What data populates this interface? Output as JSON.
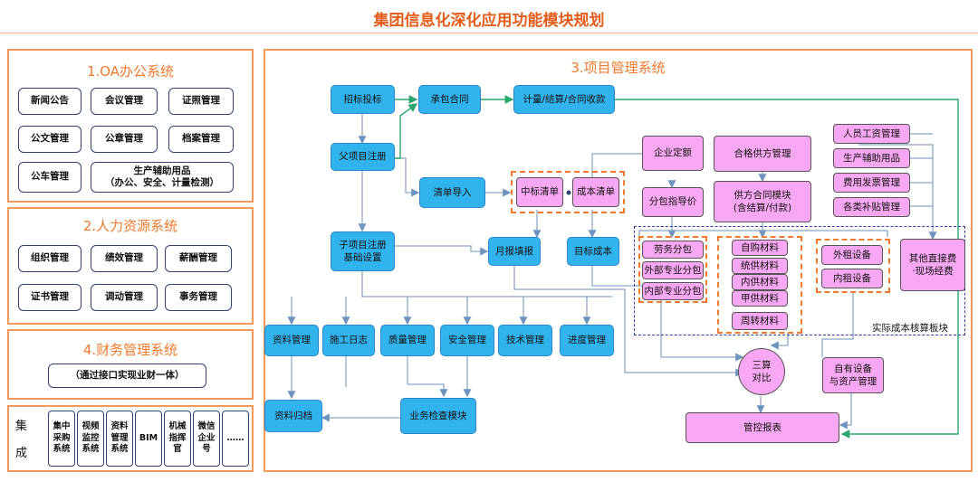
{
  "title": "集团信息化深化应用功能模块规划",
  "oa": {
    "title": "1.OA办公系统",
    "items": [
      "新闻公告",
      "会议管理",
      "证照管理",
      "公文管理",
      "公章管理",
      "档案管理",
      "公车管理",
      "生产辅助用品\n（办公、安全、计量检测）"
    ]
  },
  "hr": {
    "title": "2.人力资源系统",
    "items": [
      "组织管理",
      "绩效管理",
      "薪酬管理",
      "证书管理",
      "调动管理",
      "事务管理"
    ]
  },
  "finance": {
    "title": "4.财务管理系统",
    "item": "（通过接口实现业财一体）"
  },
  "integration": {
    "label_1": "集",
    "label_2": "成",
    "items": [
      "集中\n采购\n系统",
      "视频\n监控\n系统",
      "资料\n管理\n系统",
      "BIM",
      "机械\n指挥\n官",
      "微信\n企业\n号",
      "……"
    ]
  },
  "project": {
    "title": "3.项目管理系统",
    "tender": "招标投标",
    "contract": "承包合同",
    "settlement": "计量/结算/合同收款",
    "parent_reg": "父项目注册",
    "list_import": "清单导入",
    "bid_list": "中标清单",
    "cost_list": "成本清单",
    "enterprise_quota": "企业定额",
    "sub_guide_price": "分包指导价",
    "qualified_supplier": "合格供方管理",
    "supplier_contract": "供方合同模块\n(含结算/付款)",
    "child_reg": "子项目注册\n基础设置",
    "monthly_report": "月报填报",
    "target_cost": "目标成本",
    "labor_sub": "劳务分包",
    "external_sub": "外部专业分包",
    "internal_sub": "内部专业分包",
    "self_purchase": "自购材料",
    "unified_supply": "统供材料",
    "internal_supply": "内供材料",
    "owner_supply": "甲供材料",
    "turnover": "周转材料",
    "ext_rental": "外租设备",
    "int_rental": "内租设备",
    "other_direct": "其他直接费\n·现场经费",
    "wage": "人员工资管理",
    "prod_aux": "生产辅助用品",
    "invoice": "费用发票管理",
    "subsidy": "各类补贴管理",
    "actual_cost": "实际成本核算板块",
    "three_calc": "三算\n对比",
    "own_equipment": "自有设备\n与资产管理",
    "control_report": "管控报表",
    "doc_mgmt": "资料管理",
    "construction_log": "施工日志",
    "quality": "质量管理",
    "safety": "安全管理",
    "tech": "技术管理",
    "progress": "进度管理",
    "doc_archive": "资料归档",
    "inspection": "业务检查模块"
  },
  "colors": {
    "accent_orange": "#f07a2e",
    "blue_box": "#31b3ee",
    "pink_box": "#f8a8f2",
    "line_blue": "#8ba7c7",
    "line_green": "#2aa56b"
  }
}
